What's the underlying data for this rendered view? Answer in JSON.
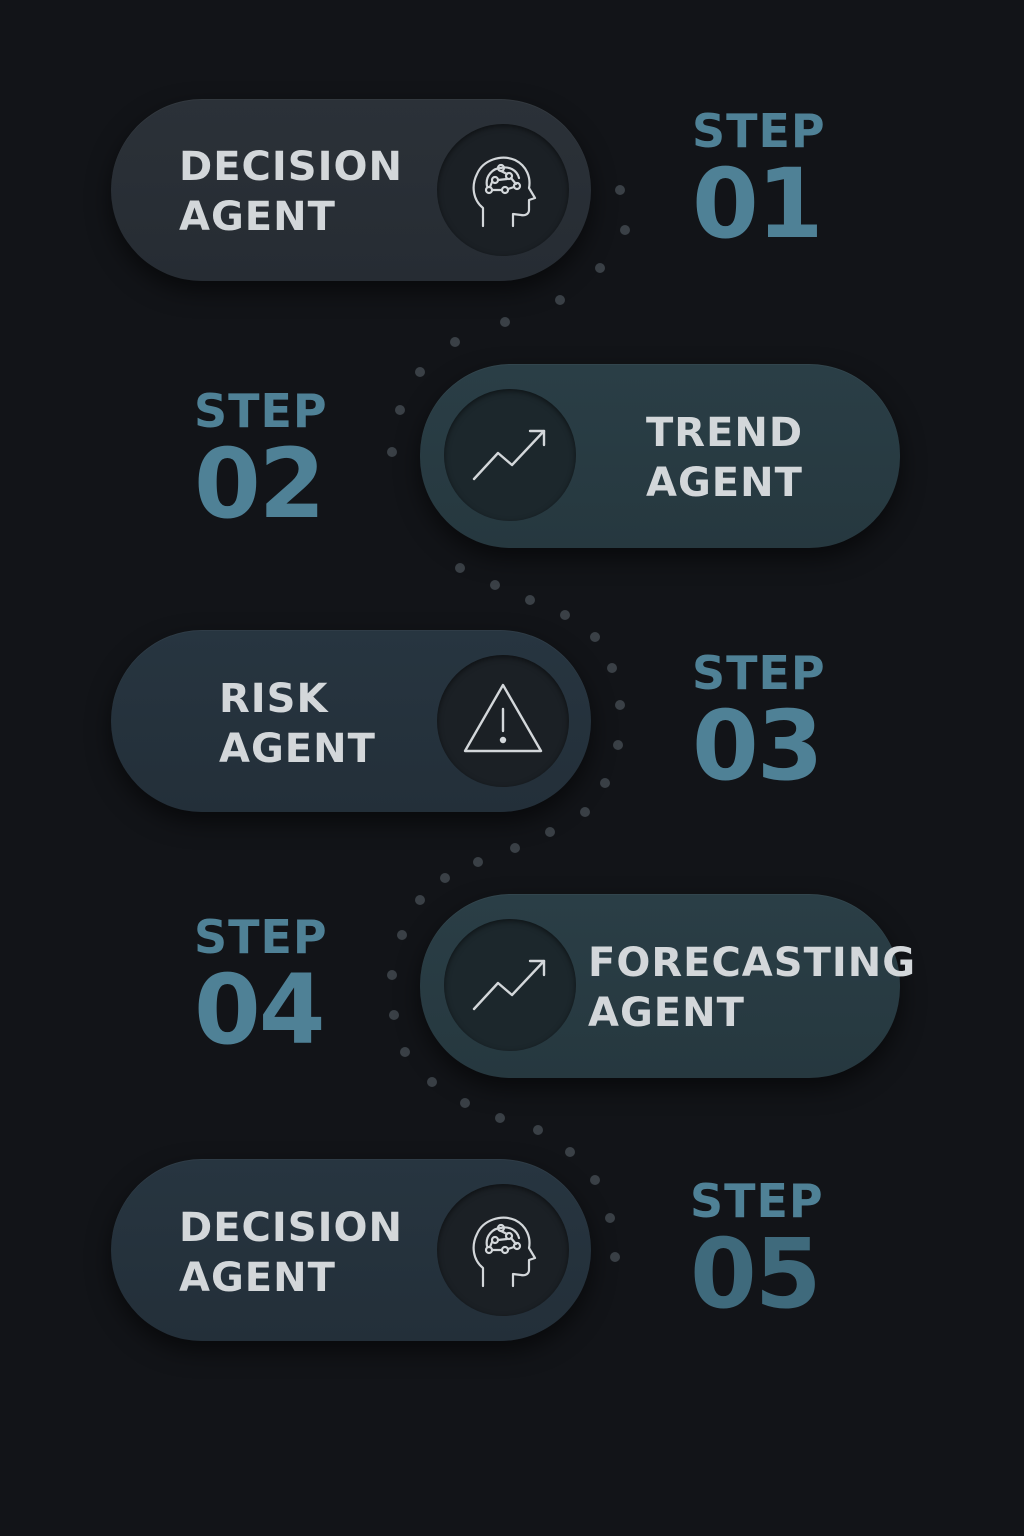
{
  "steps": [
    {
      "step_word": "STEP",
      "number": "01",
      "label_line1": "DECISION",
      "label_line2": "AGENT",
      "icon": "brain-head-icon"
    },
    {
      "step_word": "STEP",
      "number": "02",
      "label_line1": "TREND",
      "label_line2": "AGENT",
      "icon": "trend-up-icon"
    },
    {
      "step_word": "STEP",
      "number": "03",
      "label_line1": "RISK",
      "label_line2": "AGENT",
      "icon": "warning-triangle-icon"
    },
    {
      "step_word": "STEP",
      "number": "04",
      "label_line1": "FORECASTING",
      "label_line2": "AGENT",
      "icon": "trend-up-icon"
    },
    {
      "step_word": "STEP",
      "number": "05",
      "label_line1": "DECISION",
      "label_line2": "AGENT",
      "icon": "brain-head-icon"
    }
  ],
  "colors": {
    "background": "#121418",
    "step_accent": "#4f8196",
    "label_text": "#d3d7da",
    "dot": "#3a4046"
  }
}
